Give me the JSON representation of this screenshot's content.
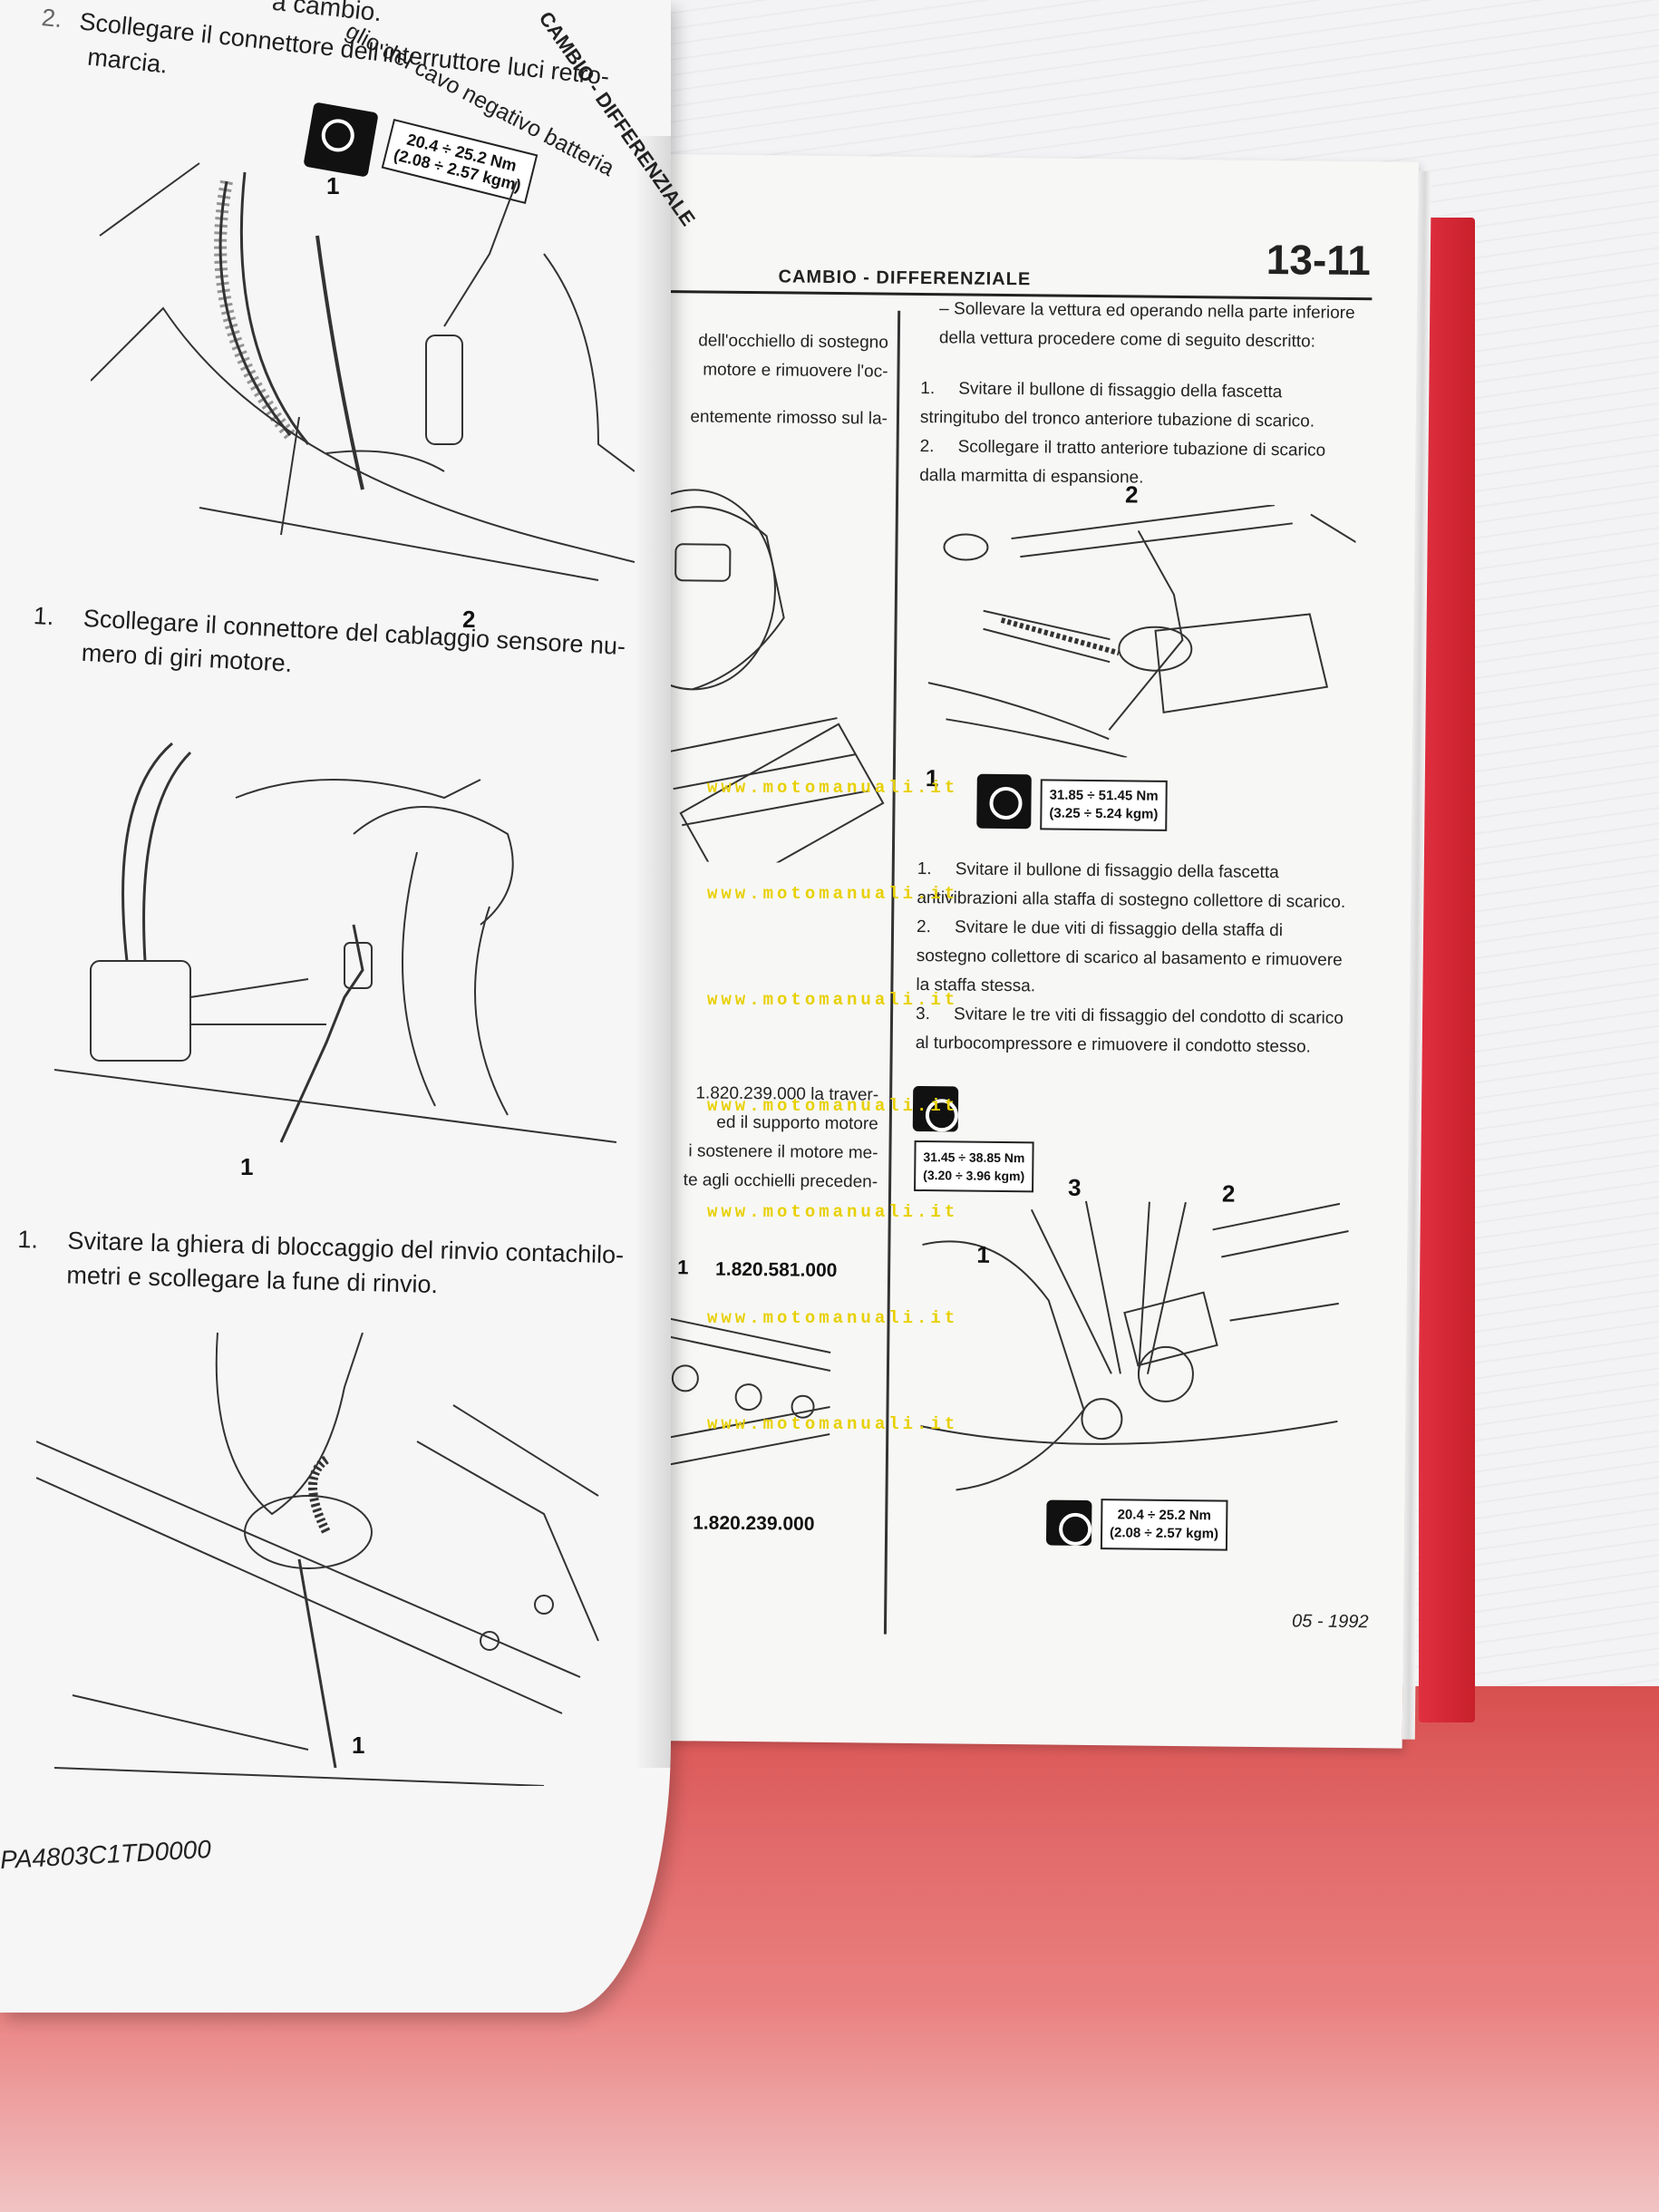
{
  "left_page": {
    "header_section": "CAMBIO - DIFFERENZIALE",
    "header_fragment_a": "a cambio.",
    "header_fragment_b": "glio del cavo negativo batteria",
    "step2_number": "2.",
    "step2_text_line1": "Scollegare il connettore dell'interruttore luci retro-",
    "step2_text_line2": "marcia.",
    "torque_top": "20.4 ÷ 25.2 Nm\n(2.08 ÷ 2.57 kgm)",
    "fig1_labels": [
      "1",
      "2"
    ],
    "step_a_number": "1.",
    "step_a_text_line1": "Scollegare il connettore del cablaggio sensore nu-",
    "step_a_text_line2": "mero di giri motore.",
    "fig2_label": "1",
    "step_b_number": "1.",
    "step_b_text_line1": "Svitare la ghiera di bloccaggio del rinvio contachilo-",
    "step_b_text_line2": "metri e scollegare la fune di rinvio.",
    "fig3_label": "1",
    "footer_code": "PA4803C1TD0000"
  },
  "right_page": {
    "section_title": "CAMBIO - DIFFERENZIALE",
    "page_number": "13-11",
    "col1_lines": [
      "dell'occhiello di sostegno",
      "motore e rimuovere l'oc-",
      "",
      "entemente rimosso sul la-"
    ],
    "col1_lower_lines": [
      "1.820.239.000 la traver-",
      "ed il supporto motore",
      "i sostenere il motore me-",
      "te agli occhielli preceden-"
    ],
    "tool_code_top": "1.820.581.000",
    "tool_code_bottom": "1.820.239.000",
    "tool_label": "1",
    "col2_intro": "– Sollevare la vettura ed operando nella parte inferiore della vettura procedere come di seguito descritto:",
    "col2_steps_a": [
      {
        "n": "1.",
        "t": "Svitare il bullone di fissaggio della fascetta stringitubo del tronco anteriore tubazione di scarico."
      },
      {
        "n": "2.",
        "t": "Scollegare il tratto anteriore tubazione di scarico dalla marmitta di espansione."
      }
    ],
    "torque_mid": "31.85 ÷ 51.45 Nm\n(3.25 ÷ 5.24 kgm)",
    "fig_a_labels": [
      "2",
      "1"
    ],
    "col2_steps_b": [
      {
        "n": "1.",
        "t": "Svitare il bullone di fissaggio della fascetta antivibrazioni alla staffa di sostegno collettore di scarico."
      },
      {
        "n": "2.",
        "t": "Svitare le due viti di fissaggio della staffa di sostegno collettore di scarico al basamento e rimuovere la staffa stessa."
      },
      {
        "n": "3.",
        "t": "Svitare le tre viti di fissaggio del condotto di scarico al turbocompressore e rimuovere il condotto stesso."
      }
    ],
    "torque_b1": "31.45 ÷ 38.85 Nm\n(3.20 ÷ 3.96 kgm)",
    "torque_b2": "20.4 ÷ 25.2 Nm\n(2.08 ÷ 2.57 kgm)",
    "fig_b_labels": [
      "3",
      "2",
      "1"
    ],
    "footer_date": "05 - 1992"
  },
  "watermark": "www.motomanuali.it"
}
